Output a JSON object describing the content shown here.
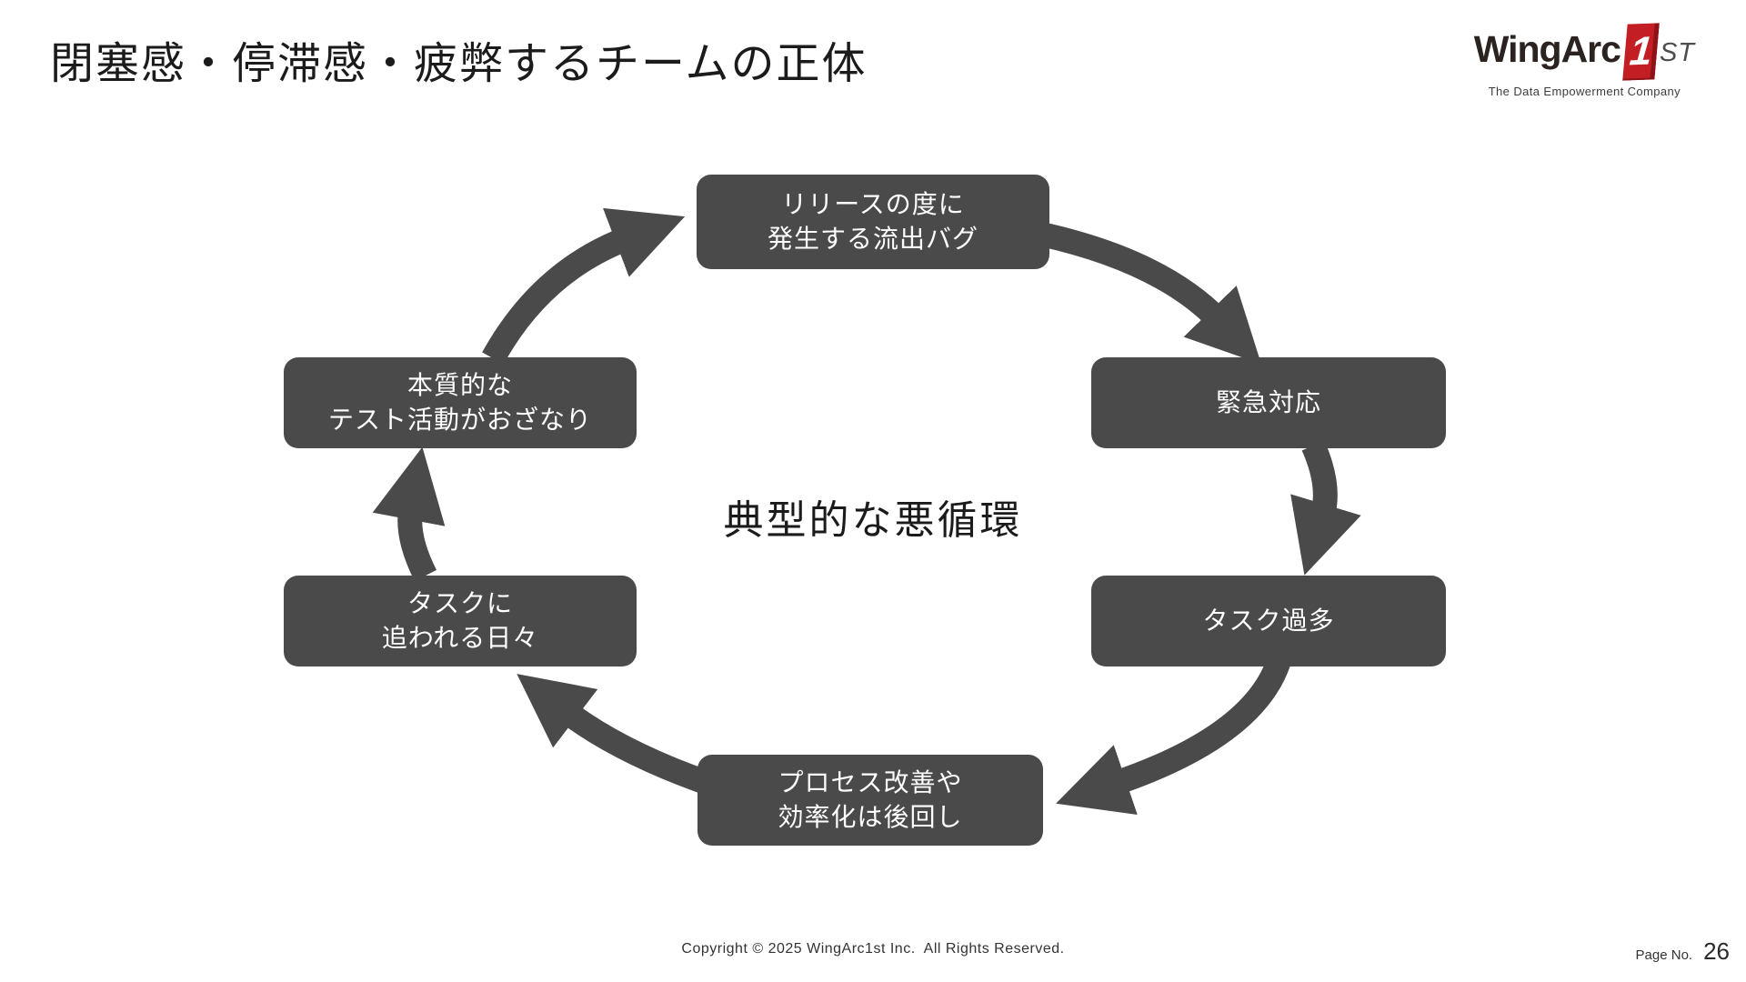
{
  "title": "閉塞感・停滞感・疲弊するチームの正体",
  "logo": {
    "brand": "WingArc",
    "one": "1",
    "st": "ST",
    "tagline": "The Data Empowerment Company",
    "accent_color": "#c31e24"
  },
  "diagram": {
    "center_label": "典型的な悪循環",
    "colors": {
      "node_bg": "#4a4a4a",
      "node_text": "#ffffff",
      "arrow": "#4a4a4a"
    },
    "nodes": {
      "top": {
        "line1": "リリースの度に",
        "line2": "発生する流出バグ"
      },
      "right_top": {
        "line1": "緊急対応"
      },
      "right_bottom": {
        "line1": "タスク過多"
      },
      "bottom": {
        "line1": "プロセス改善や",
        "line2": "効率化は後回し"
      },
      "left_bottom": {
        "line1": "タスクに",
        "line2": "追われる日々"
      },
      "left_top": {
        "line1": "本質的な",
        "line2": "テスト活動がおざなり"
      }
    }
  },
  "footer": {
    "copyright": "Copyright © 2025 WingArc1st Inc.  All Rights Reserved.",
    "page_label": "Page No.",
    "page_number": "26"
  }
}
